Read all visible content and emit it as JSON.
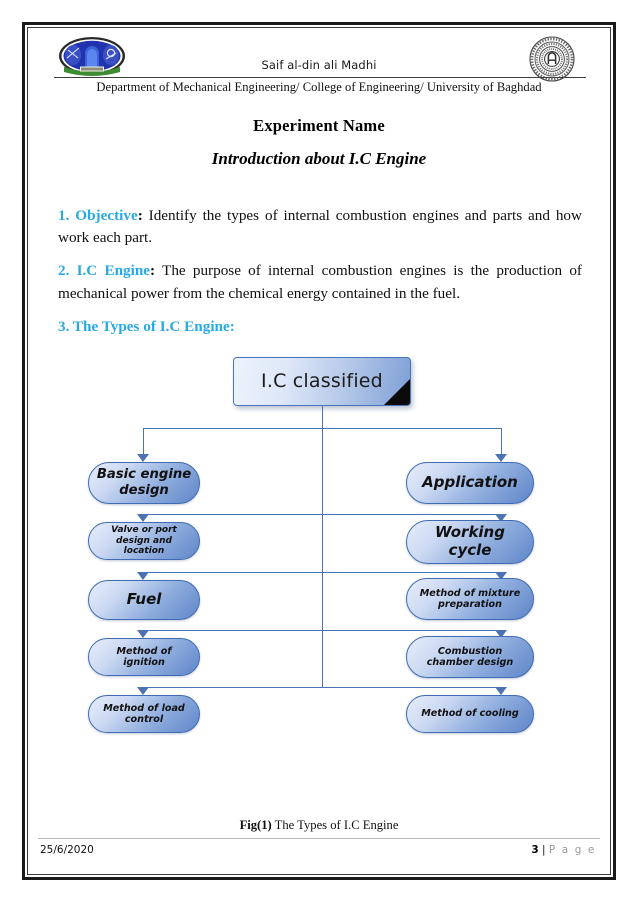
{
  "header": {
    "author": "Saif al-din ali Madhi",
    "department": "Department of Mechanical Engineering/ College of Engineering/ University of Baghdad",
    "logo_left_name": "college-of-engineering-logo",
    "logo_right_name": "university-of-baghdad-seal"
  },
  "titles": {
    "experiment": "Experiment Name",
    "subject": "Introduction about I.C Engine"
  },
  "sections": [
    {
      "number_label": "1. Objective",
      "colon": ":",
      "text": " Identify the types of internal combustion engines and parts and how work each part."
    },
    {
      "number_label": "2. I.C Engine",
      "colon": ":",
      "text": " The purpose of internal combustion engines is the production of mechanical power from the chemical energy contained in the fuel."
    },
    {
      "number_label": "3. The Types of I.C Engine",
      "colon": ":",
      "text": ""
    }
  ],
  "diagram": {
    "root": "I.C classified",
    "left_branch": [
      "Basic engine design",
      "Valve or port design and location",
      "Fuel",
      "Method of ignition",
      "Method of load control"
    ],
    "right_branch": [
      "Application",
      "Working cycle",
      "Method of mixture preparation",
      "Combustion chamber design",
      "Method of cooling"
    ]
  },
  "caption": {
    "label": "Fig(1)",
    "text": " The Types of I.C Engine"
  },
  "footer": {
    "date": "25/6/2020",
    "page_number": "3",
    "separator": " | ",
    "page_word": "P a g e"
  },
  "colors": {
    "accent_heading": "#2aa8e0",
    "node_border": "#3f6cb5",
    "connector": "#4a72b4"
  }
}
